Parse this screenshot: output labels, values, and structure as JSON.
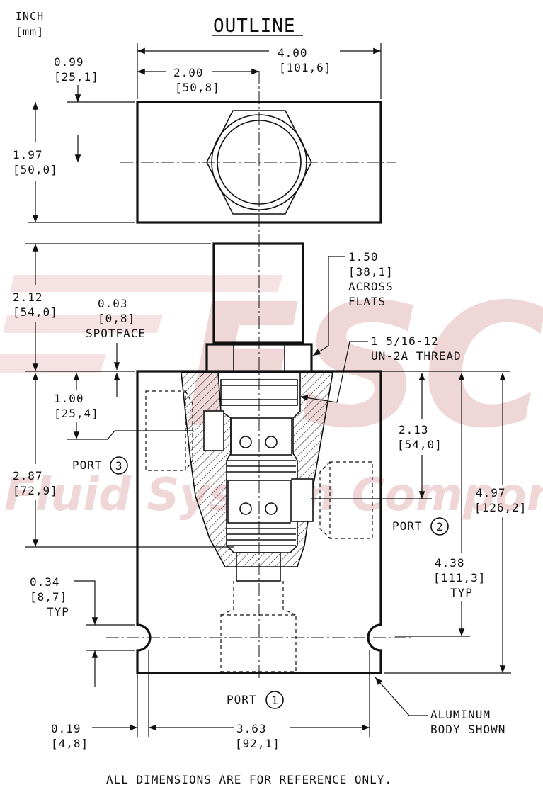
{
  "units": {
    "inch": "INCH",
    "mm": "[mm]"
  },
  "title": "OUTLINE",
  "watermark": {
    "logo": "FSC",
    "name": "Fluid System Components"
  },
  "dimensions": {
    "overall_width": {
      "inch": "4.00",
      "mm": "[101,6]"
    },
    "half_width": {
      "inch": "2.00",
      "mm": "[50,8]"
    },
    "port_offset": {
      "inch": "0.99",
      "mm": "[25,1]"
    },
    "body_depth": {
      "inch": "1.97",
      "mm": "[50,0]"
    },
    "cartridge_height": {
      "inch": "2.12",
      "mm": "[54,0]"
    },
    "spotface": {
      "inch": "0.03",
      "mm": "[0,8]",
      "label": "SPOTFACE"
    },
    "port3_depth": {
      "inch": "1.00",
      "mm": "[25,4]"
    },
    "body_to_nose": {
      "inch": "2.87",
      "mm": "[72,9]"
    },
    "hex": {
      "inch": "1.50",
      "mm": "[38,1]",
      "line1": "ACROSS",
      "line2": "FLATS"
    },
    "thread": {
      "size": "1 5/16-12",
      "spec": "UN-2A THREAD"
    },
    "port2_depth": {
      "inch": "2.13",
      "mm": "[54,0]"
    },
    "overall_height": {
      "inch": "4.97",
      "mm": "[126,2]"
    },
    "mount_slot_height": {
      "inch": "4.38",
      "mm": "[111,3]",
      "note": "TYP"
    },
    "slot_width": {
      "inch": "0.34",
      "mm": "[8,7]",
      "note": "TYP"
    },
    "slot_edge": {
      "inch": "0.19",
      "mm": "[4,8]"
    },
    "slot_span": {
      "inch": "3.63",
      "mm": "[92,1]"
    }
  },
  "ports": {
    "port1": "PORT",
    "port1_num": "1",
    "port2": "PORT",
    "port2_num": "2",
    "port3": "PORT",
    "port3_num": "3"
  },
  "material_note": {
    "line1": "ALUMINUM",
    "line2": "BODY SHOWN"
  },
  "footer": "ALL DIMENSIONS ARE FOR REFERENCE ONLY."
}
